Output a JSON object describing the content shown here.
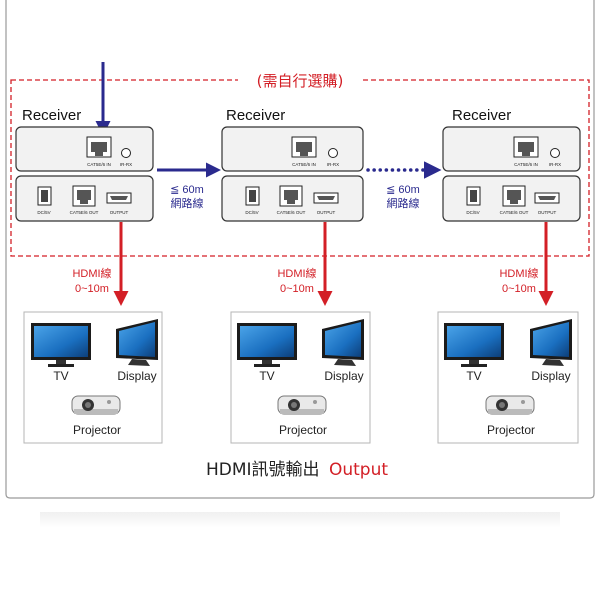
{
  "header": {
    "optional_purchase_label": "(需自行選購)"
  },
  "receivers": [
    {
      "title": "Receiver",
      "top_unit": {
        "port_label": "CAT5E/6 IN",
        "ir_label": "IR-RX"
      },
      "bottom_unit": {
        "dc_label": "DC/5V",
        "port_label": "CAT5E/6 OUT",
        "output_label": "OUTPUT"
      }
    },
    {
      "title": "Receiver",
      "top_unit": {
        "port_label": "CAT5E/6 IN",
        "ir_label": "IR-RX"
      },
      "bottom_unit": {
        "dc_label": "DC/5V",
        "port_label": "CAT5E/6 OUT",
        "output_label": "OUTPUT"
      }
    },
    {
      "title": "Receiver",
      "top_unit": {
        "port_label": "CAT5E/6 IN",
        "ir_label": "IR-RX"
      },
      "bottom_unit": {
        "dc_label": "DC/5V",
        "port_label": "CAT5E/6 OUT",
        "output_label": "OUTPUT"
      }
    }
  ],
  "network_links": [
    {
      "distance": "≦ 60m",
      "label": "網路線"
    },
    {
      "distance": "≦ 60m",
      "label": "網路線"
    }
  ],
  "hdmi_links": [
    {
      "label": "HDMI線",
      "distance": "0~10m"
    },
    {
      "label": "HDMI線",
      "distance": "0~10m"
    },
    {
      "label": "HDMI線",
      "distance": "0~10m"
    }
  ],
  "outputs": [
    {
      "tv_label": "TV",
      "display_label": "Display",
      "projector_label": "Projector"
    },
    {
      "tv_label": "TV",
      "display_label": "Display",
      "projector_label": "Projector"
    },
    {
      "tv_label": "TV",
      "display_label": "Display",
      "projector_label": "Projector"
    }
  ],
  "footer": {
    "prefix": "HDMI訊號輸出",
    "highlight": "Output"
  },
  "colors": {
    "network_arrow": "#2a2a8e",
    "hdmi_arrow": "#d31f26",
    "dashed_border": "#d31f26",
    "hdmi_label": "#d31f26",
    "network_label": "#2a2a8e",
    "screen_blue": "#1a77c9",
    "device_fill": "#f2f2f2"
  }
}
